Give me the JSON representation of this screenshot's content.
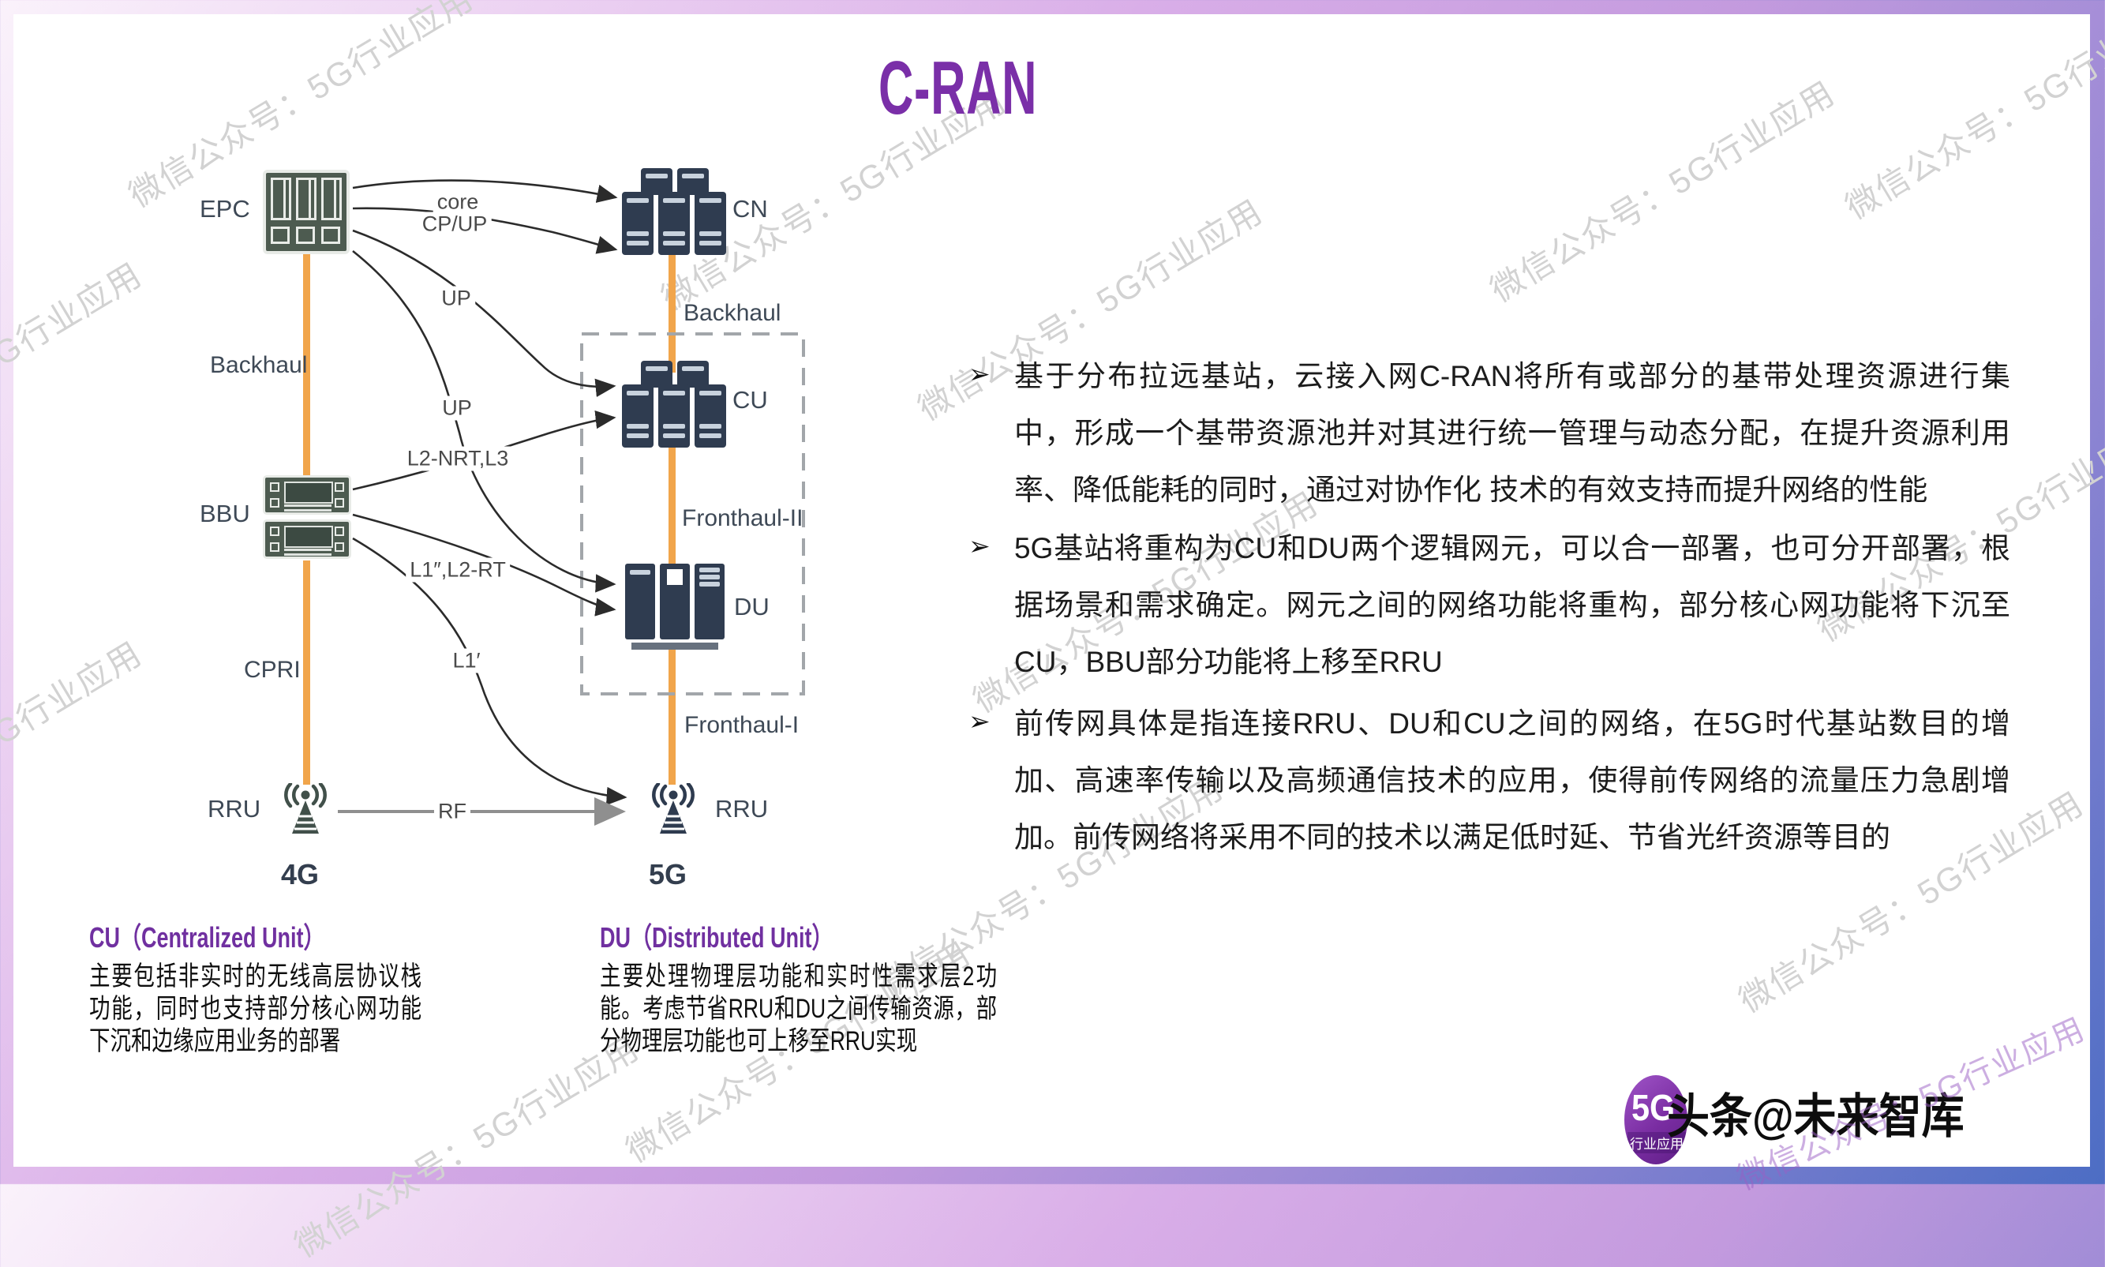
{
  "slide_title": "C-RAN",
  "bullet_marker": "➢",
  "bullets": [
    {
      "text": "基于分布拉远基站，云接入网C-RAN将所有或部分的基带处理资源进行集中，形成一个基带资源池并对其进行统一管理与动态分配，在提升资源利用率、降低能耗的同时，通过对协作化 技术的有效支持而提升网络的性能"
    },
    {
      "text": "5G基站将重构为CU和DU两个逻辑网元，可以合一部署，也可分开部署，根据场景和需求确定。网元之间的网络功能将重构，部分核心网功能将下沉至CU，BBU部分功能将上移至RRU"
    },
    {
      "text": "前传网具体是指连接RRU、DU和CU之间的网络，在5G时代基站数目的增加、高速率传输以及高频通信技术的应用，使得前传网络的流量压力急剧增加。前传网络将采用不同的技术以满足低时延、节省光纤资源等目的"
    }
  ],
  "diagram": {
    "node_labels": {
      "epc": "EPC",
      "cn": "CN",
      "bbu": "BBU",
      "cu": "CU",
      "du": "DU",
      "rru_left": "RRU",
      "rru_right": "RRU",
      "gen_left": "4G",
      "gen_right": "5G"
    },
    "link_labels": {
      "backhaul_left": "Backhaul",
      "backhaul_right": "Backhaul",
      "cpri": "CPRI",
      "fronthaul_ii": "Fronthaul-II",
      "fronthaul_i": "Fronthaul-I",
      "core": "core",
      "cp_up": "CP/UP",
      "up_a": "UP",
      "up_b": "UP",
      "l2_nrt_l3": "L2-NRT,L3",
      "l1_l2_rt": "L1″,L2-RT",
      "l1": "L1′",
      "rf": "RF"
    }
  },
  "definitions": {
    "cu": {
      "heading": "CU（Centralized Unit）",
      "body": "主要包括非实时的无线高层协议栈功能，同时也支持部分核心网功能下沉和边缘应用业务的部署"
    },
    "du": {
      "heading": "DU（Distributed Unit）",
      "body": "主要处理物理层功能和实时性需求层2功能。考虑节省RRU和DU之间传输资源，部分物理层功能也可上移至RRU实现"
    }
  },
  "watermark": {
    "text": "微信公众号：5G行业应用"
  },
  "logo": {
    "badge_line1": "5G",
    "badge_line2": "行业应用",
    "byline": "头条@未来智库"
  },
  "colors": {
    "title_purple": "#7a2fa8",
    "accent_purple": "#7030a0",
    "orange_link": "#f1a54b",
    "navy_icon": "#2f3c50",
    "green_icon": "#4d5b50",
    "watermark_gray": "#d2d2d2"
  }
}
